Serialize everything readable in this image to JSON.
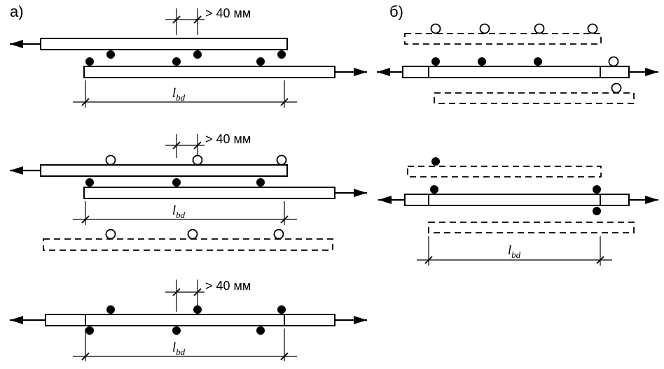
{
  "figure": {
    "panel_a_label": "а)",
    "panel_b_label": "б)",
    "offset_dimension_label": "> 40 мм",
    "lap_length_symbol": "l",
    "lap_length_subscript": "bd"
  }
}
